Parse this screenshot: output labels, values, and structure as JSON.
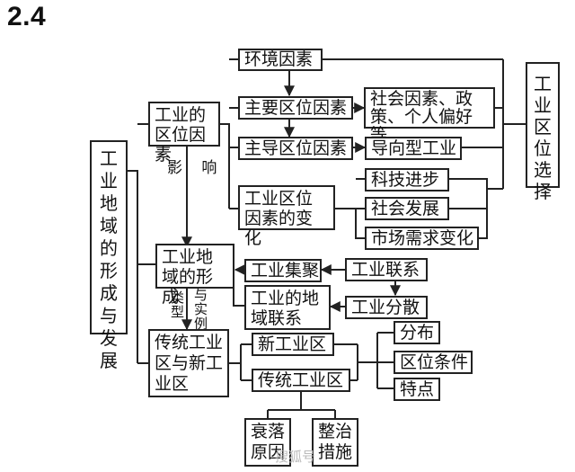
{
  "section_number": "2.4",
  "nodes": {
    "root": "工业地域的形成与发展",
    "location_factors": "工业的区位因素",
    "env_factors": "环境因素",
    "main_factors": "主要区位因素",
    "social_policy": "社会因素、政策、个人偏好等",
    "leading_factors": "主导区位因素",
    "oriented_industry": "导向型工业",
    "factor_change": "工业区位因素的变化",
    "tech_progress": "科技进步",
    "social_dev": "社会发展",
    "market_change": "市场需求变化",
    "location_choice": "工业区位选择",
    "formation": "工业地域的形成",
    "agglomeration": "工业集聚",
    "linkage": "工业联系",
    "regional_link": "工业的地域联系",
    "dispersion": "工业分散",
    "trad_new_zone": "传统工业区与新工业区",
    "new_zone": "新工业区",
    "trad_zone": "传统工业区",
    "distribution": "分布",
    "conditions": "区位条件",
    "features": "特点",
    "decline": "衰落原因",
    "remedy": "整治措施"
  },
  "labels": {
    "influence": "影 响",
    "type": "类型",
    "and_example": "与实例"
  },
  "watermark": "搜狐号"
}
